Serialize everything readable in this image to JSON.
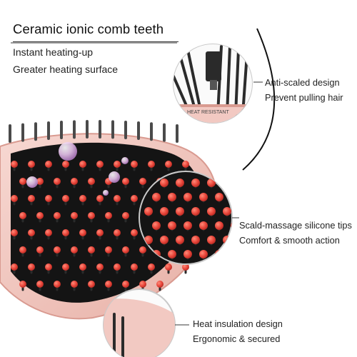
{
  "headline": {
    "title": "Ceramic ionic comb teeth",
    "line1": "Instant heating-up",
    "line2": "Greater heating surface"
  },
  "callouts": [
    {
      "title": "Anti-scaled design",
      "subtitle": "Prevent pulling hair"
    },
    {
      "title": "Scald-massage silicone tips",
      "subtitle": "Comfort & smooth action"
    },
    {
      "title": "Heat insulation design",
      "subtitle": "Ergonomic & secured"
    }
  ],
  "badge": {
    "label": "HEAT RESISTANT"
  },
  "colors": {
    "shell": "#f2c9c2",
    "shell_edge": "#d99a90",
    "pad": "#141414",
    "bristle": "#2b2b2b",
    "tip": "#e8453a",
    "circle": "#c9c9c9"
  }
}
